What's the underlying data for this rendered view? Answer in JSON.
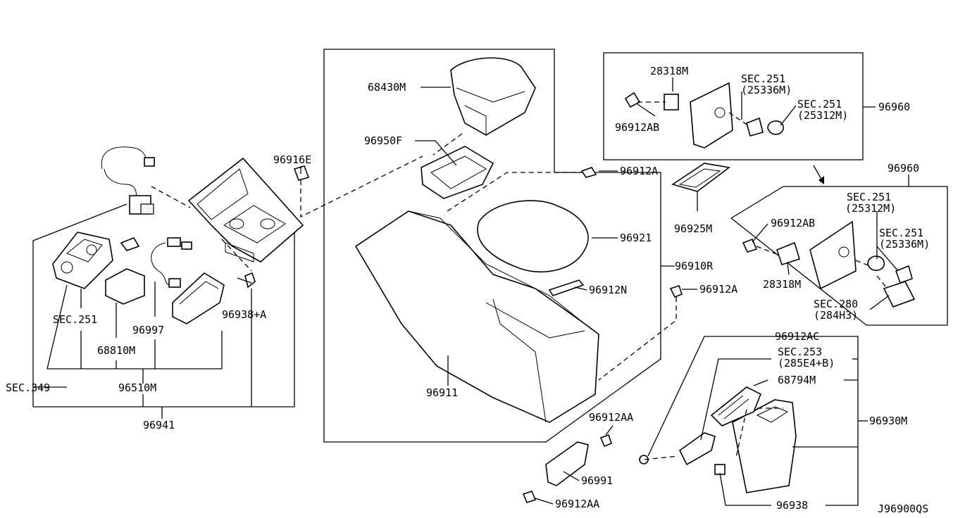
{
  "diagram_code": "J96900QS",
  "labels": {
    "p68430M": "68430M",
    "p96950F": "96950F",
    "p96916E": "96916E",
    "p96912A_top": "96912A",
    "p96921": "96921",
    "p96910R": "96910R",
    "p96912N": "96912N",
    "p96912A_mid": "96912A",
    "p96911": "96911",
    "p96938A": "96938+A",
    "sec251_left": "SEC.251",
    "p96997": "96997",
    "p68810M": "68810M",
    "p96510M": "96510M",
    "sec349": "SEC.349",
    "p96941": "96941",
    "p28318M_top": "28318M",
    "sec251_a": "SEC.251",
    "sec251_a_sub": "(25336M)",
    "sec251_b": "SEC.251",
    "sec251_b_sub": "(25312M)",
    "p96912AB_top": "96912AB",
    "p96960_top": "96960",
    "p96960_mid": "96960",
    "p96925M": "96925M",
    "p96912AB_mid": "96912AB",
    "sec251_c": "SEC.251",
    "sec251_c_sub": "(25312M)",
    "sec251_d": "SEC.251",
    "sec251_d_sub": "(25336M)",
    "p28318M_mid": "28318M",
    "sec280": "SEC.280",
    "sec280_sub": "(284H3)",
    "p96912AC": "96912AC",
    "sec253": "SEC.253",
    "sec253_sub": "(285E4+B)",
    "p68794M": "68794M",
    "p96930M": "96930M",
    "p96912AA_top": "96912AA",
    "p96991": "96991",
    "p96912AA_bot": "96912AA",
    "p96938": "96938"
  }
}
